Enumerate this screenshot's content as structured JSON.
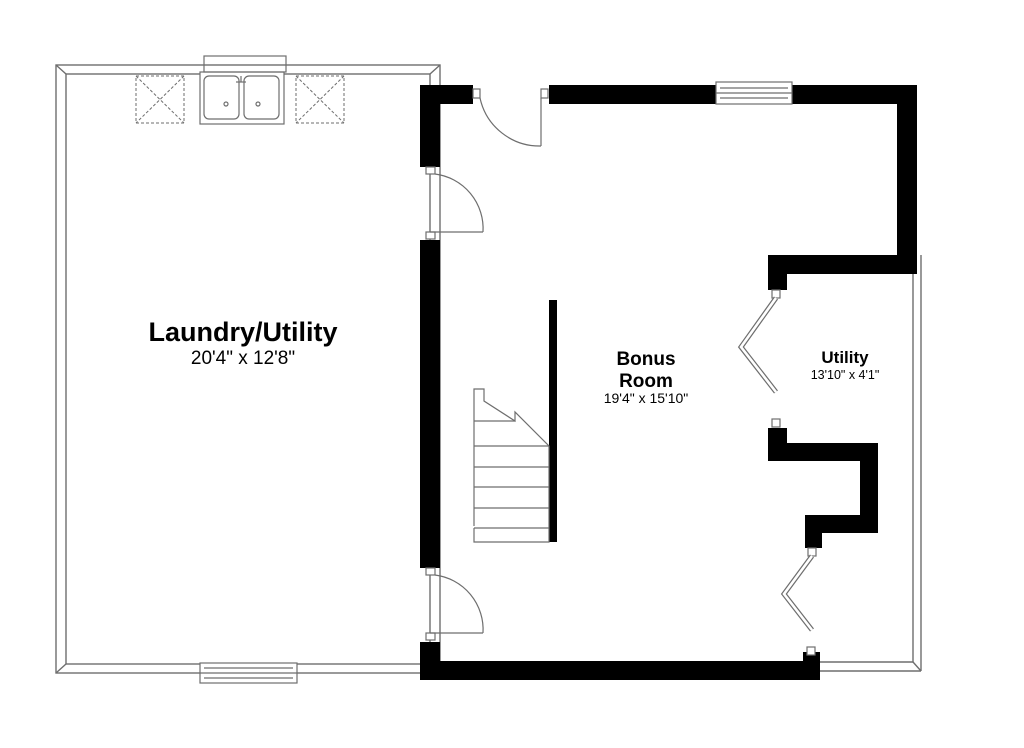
{
  "floor_plan": {
    "rooms": [
      {
        "id": "laundry",
        "name": "Laundry/Utility",
        "dimensions": "20'4\" x 12'8\""
      },
      {
        "id": "bonus",
        "name_line1": "Bonus",
        "name_line2": "Room",
        "dimensions": "19'4\" x 15'10\""
      },
      {
        "id": "utility",
        "name": "Utility",
        "dimensions": "13'10\" x 4'1\""
      }
    ]
  },
  "colors": {
    "wall": "#000000",
    "line": "#6e6e6e",
    "background": "#ffffff"
  }
}
